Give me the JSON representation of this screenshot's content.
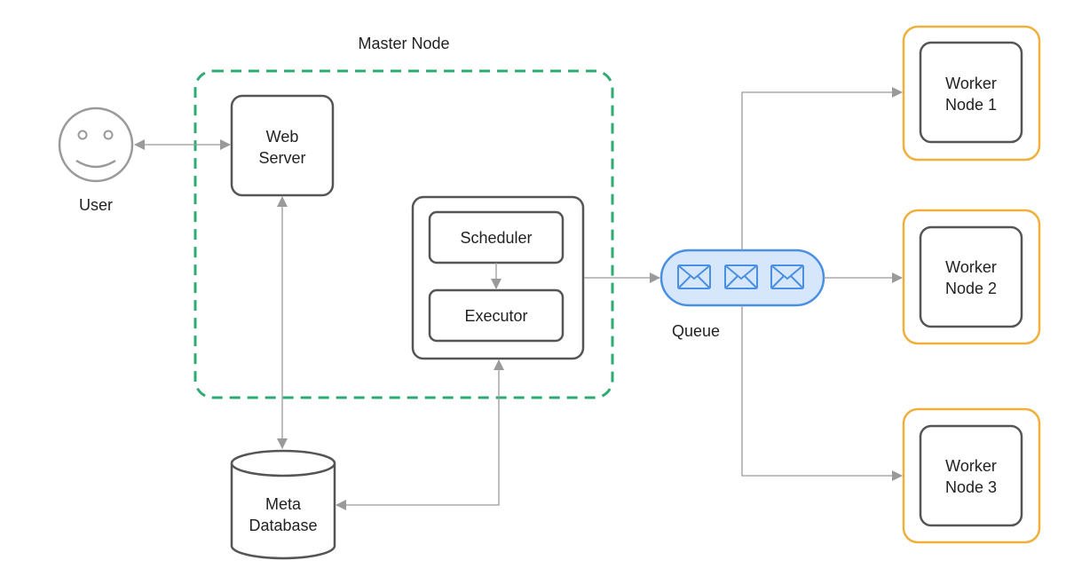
{
  "labels": {
    "master": "Master Node",
    "web_line1": "Web",
    "web_line2": "Server",
    "user": "User",
    "scheduler": "Scheduler",
    "executor": "Executor",
    "queue": "Queue",
    "meta_line1": "Meta",
    "meta_line2": "Database",
    "w1_line1": "Worker",
    "w1_line2": "Node 1",
    "w2_line1": "Worker",
    "w2_line2": "Node 2",
    "w3_line1": "Worker",
    "w3_line2": "Node 3"
  },
  "colors": {
    "master_border": "#2eaa72",
    "worker_border": "#f0b03c",
    "box_border": "#555555",
    "connector": "#9a9a9a",
    "queue_fill": "#d6e6fb",
    "queue_border": "#4a90e2"
  },
  "icons": [
    "user-smiley-icon",
    "envelope-icon",
    "envelope-icon",
    "envelope-icon",
    "database-cylinder-icon"
  ]
}
